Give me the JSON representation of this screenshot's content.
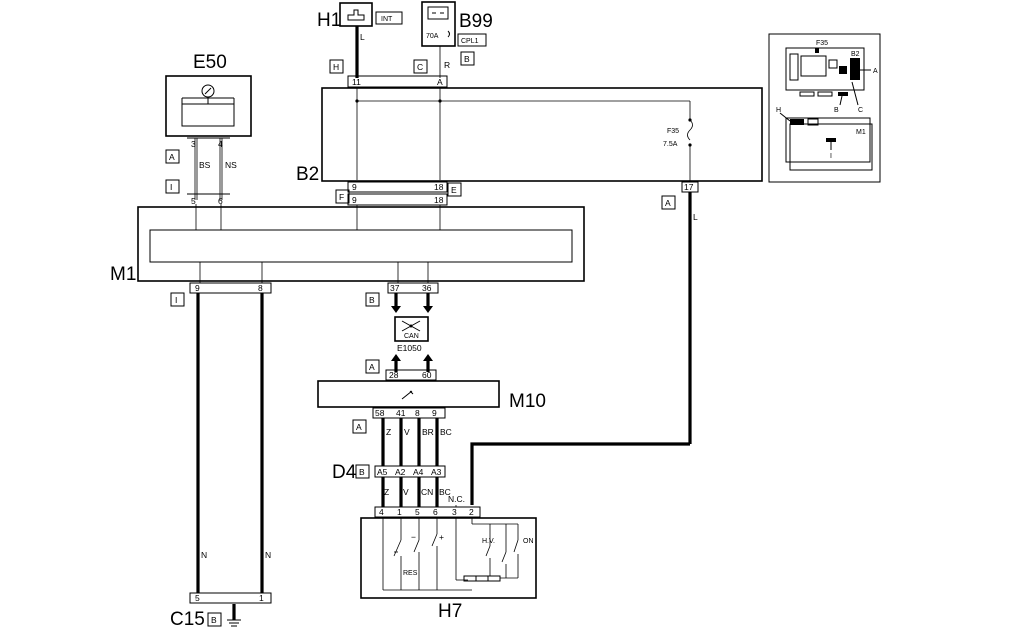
{
  "components": {
    "E50": "E50",
    "H1": "H1",
    "B99": "B99",
    "B2": "B2",
    "M1": "M1",
    "M10": "M10",
    "D4": "D4",
    "H7": "H7",
    "C15": "C15",
    "E1050": "E1050"
  },
  "labels": {
    "int": "INT",
    "fuse70": "70A",
    "cpl1": "CPL1",
    "fuse_name": "F35",
    "fuse_rating": "7.5A",
    "can": "CAN",
    "res": "RES",
    "minus": "−",
    "plus": "+",
    "hv": "H.V.",
    "on": "ON",
    "nc": "N.C."
  },
  "tags": {
    "A": "A",
    "B": "B",
    "C": "C",
    "E": "E",
    "F": "F",
    "H": "H",
    "I": "I"
  },
  "pins": {
    "e50": [
      "3",
      "4"
    ],
    "m1_top": [
      "5",
      "6"
    ],
    "b2_top": [
      "11",
      "A"
    ],
    "b2_bottom": [
      "9",
      "18",
      "17"
    ],
    "m1_b2": [
      "9",
      "18"
    ],
    "m1_bottom": [
      "9",
      "8",
      "37",
      "36"
    ],
    "m10_top": [
      "28",
      "60"
    ],
    "m10_bottom": [
      "58",
      "41",
      "8",
      "9"
    ],
    "d4": [
      "A5",
      "A2",
      "A4",
      "A3"
    ],
    "h7": [
      "4",
      "1",
      "5",
      "6",
      "3",
      "2"
    ],
    "c15": [
      "5",
      "1"
    ]
  },
  "wires": {
    "bs": "BS",
    "ns": "NS",
    "l": "L",
    "r": "R",
    "n": "N",
    "z": "Z",
    "v": "V",
    "br": "BR",
    "bc": "BC",
    "cn": "CN"
  },
  "locator": {
    "f35": "F35",
    "b2": "B2",
    "a": "A",
    "b": "B",
    "c": "C",
    "h": "H",
    "m1": "M1",
    "i": "I"
  }
}
